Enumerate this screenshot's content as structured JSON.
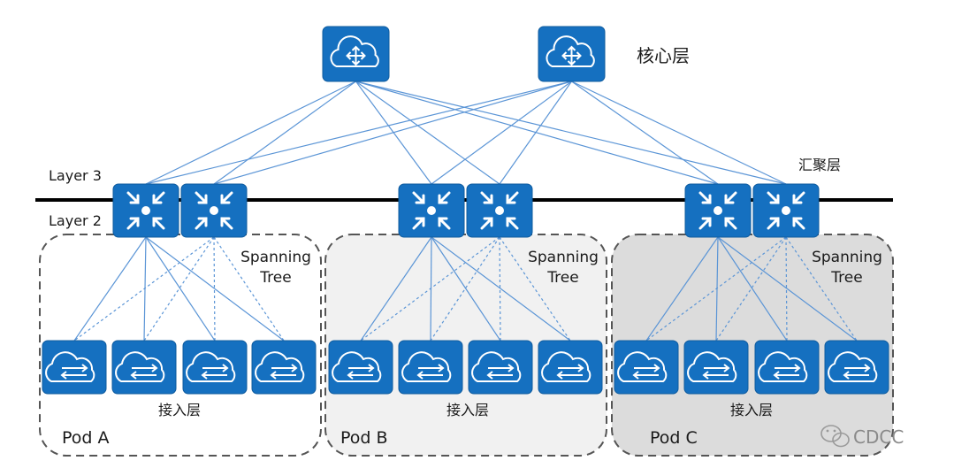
{
  "layers": {
    "core": "核心层",
    "aggregation": "汇聚层",
    "access": "接入层",
    "layer3": "Layer 3",
    "layer2": "Layer 2"
  },
  "stp": {
    "line1": "Spanning",
    "line2": "Tree"
  },
  "pods": [
    {
      "name": "Pod A",
      "fill": "#ffffff"
    },
    {
      "name": "Pod B",
      "fill": "#f1f1f1"
    },
    {
      "name": "Pod C",
      "fill": "#dcdcdc"
    }
  ],
  "watermark": {
    "text": "CDCC"
  },
  "colors": {
    "device": "#1570c0",
    "device_dark": "#0f5b9e",
    "link": "#5b95d6",
    "boundary": "#000000",
    "pod_border": "#555555"
  },
  "icons": {
    "core": "router-cloud-icon",
    "aggregation": "aggregation-switch-icon",
    "access": "access-switch-cloud-icon"
  }
}
